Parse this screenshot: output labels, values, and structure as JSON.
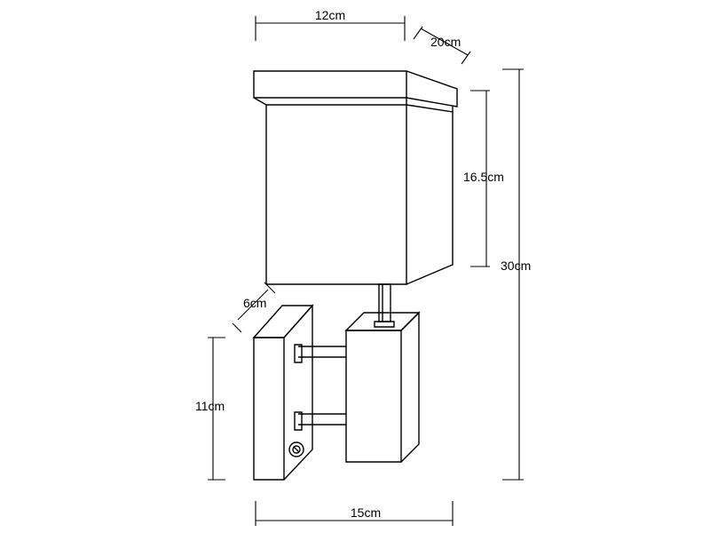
{
  "dimensions": {
    "top_width": "12cm",
    "depth": "20cm",
    "shade_height": "16.5cm",
    "total_height": "30cm",
    "base_depth": "6cm",
    "base_height": "11cm",
    "total_width": "15cm"
  }
}
